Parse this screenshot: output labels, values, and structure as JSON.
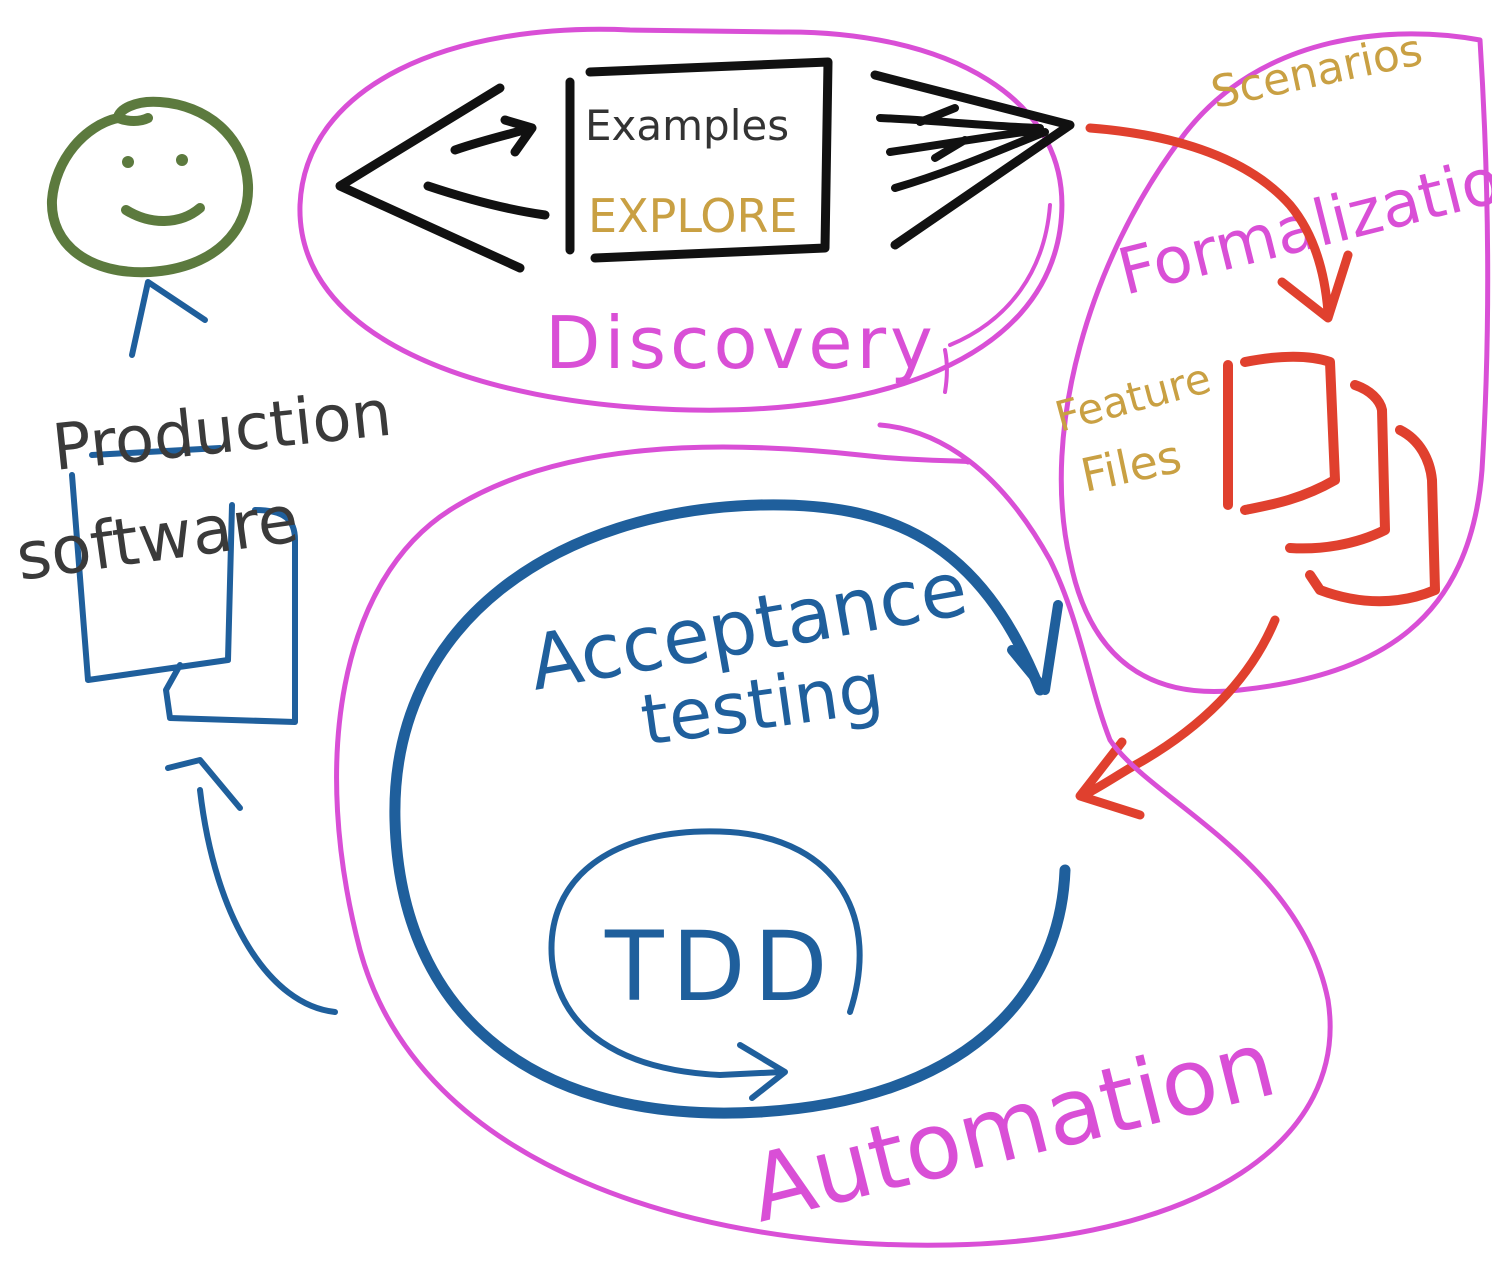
{
  "labels": {
    "examples": "Examples",
    "explore": "EXPLORE",
    "discovery": "Discovery",
    "scenarios": "Scenarios",
    "formalization": "Formalization",
    "feature_files_line1": "Feature",
    "feature_files_line2": "Files",
    "production_line1": "Production",
    "production_line2": "software",
    "acceptance_line1": "Acceptance",
    "acceptance_line2": "testing",
    "tdd": "TDD",
    "automation": "Automation"
  },
  "colors": {
    "magenta": "#d94fd6",
    "black": "#111111",
    "gold": "#c9a043",
    "red": "#e0402e",
    "blue": "#1f5f9c",
    "green": "#5c7a3e",
    "dark_text": "#3a3a3a"
  },
  "icons": {
    "person": "smiley-face-icon",
    "document": "document-stack-icon"
  }
}
